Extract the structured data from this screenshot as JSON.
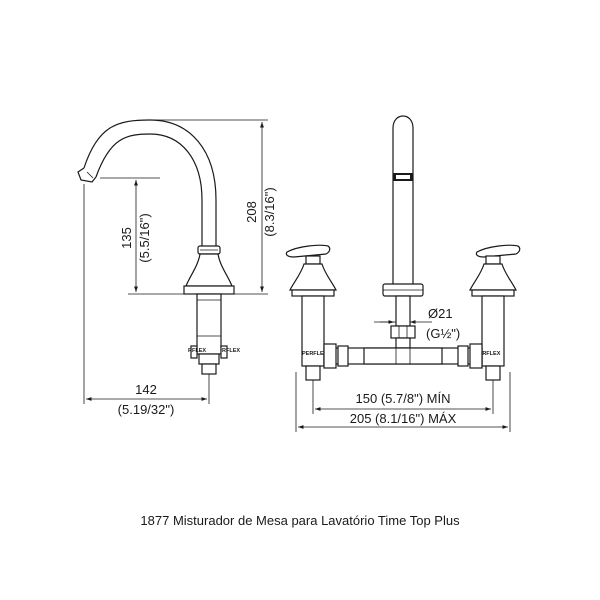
{
  "dimensions": {
    "spout_height": "135",
    "spout_height_in": "(5.5/16\")",
    "total_height": "208",
    "total_height_in": "(8.3/16\")",
    "reach": "142",
    "reach_in": "(5.19/32\")",
    "thread_diameter": "Ø21",
    "thread_size": "(G½\")",
    "min_spacing": "150 (5.7/8\") MÍN",
    "max_spacing": "205 (8.1/16\") MÁX"
  },
  "brand": {
    "side_label": "PERFLEX",
    "side_label_cut": "RFLEX"
  },
  "caption": "1877 Misturador de Mesa para Lavatório Time Top Plus",
  "colors": {
    "line": "#1a1a1a",
    "background": "#ffffff"
  }
}
